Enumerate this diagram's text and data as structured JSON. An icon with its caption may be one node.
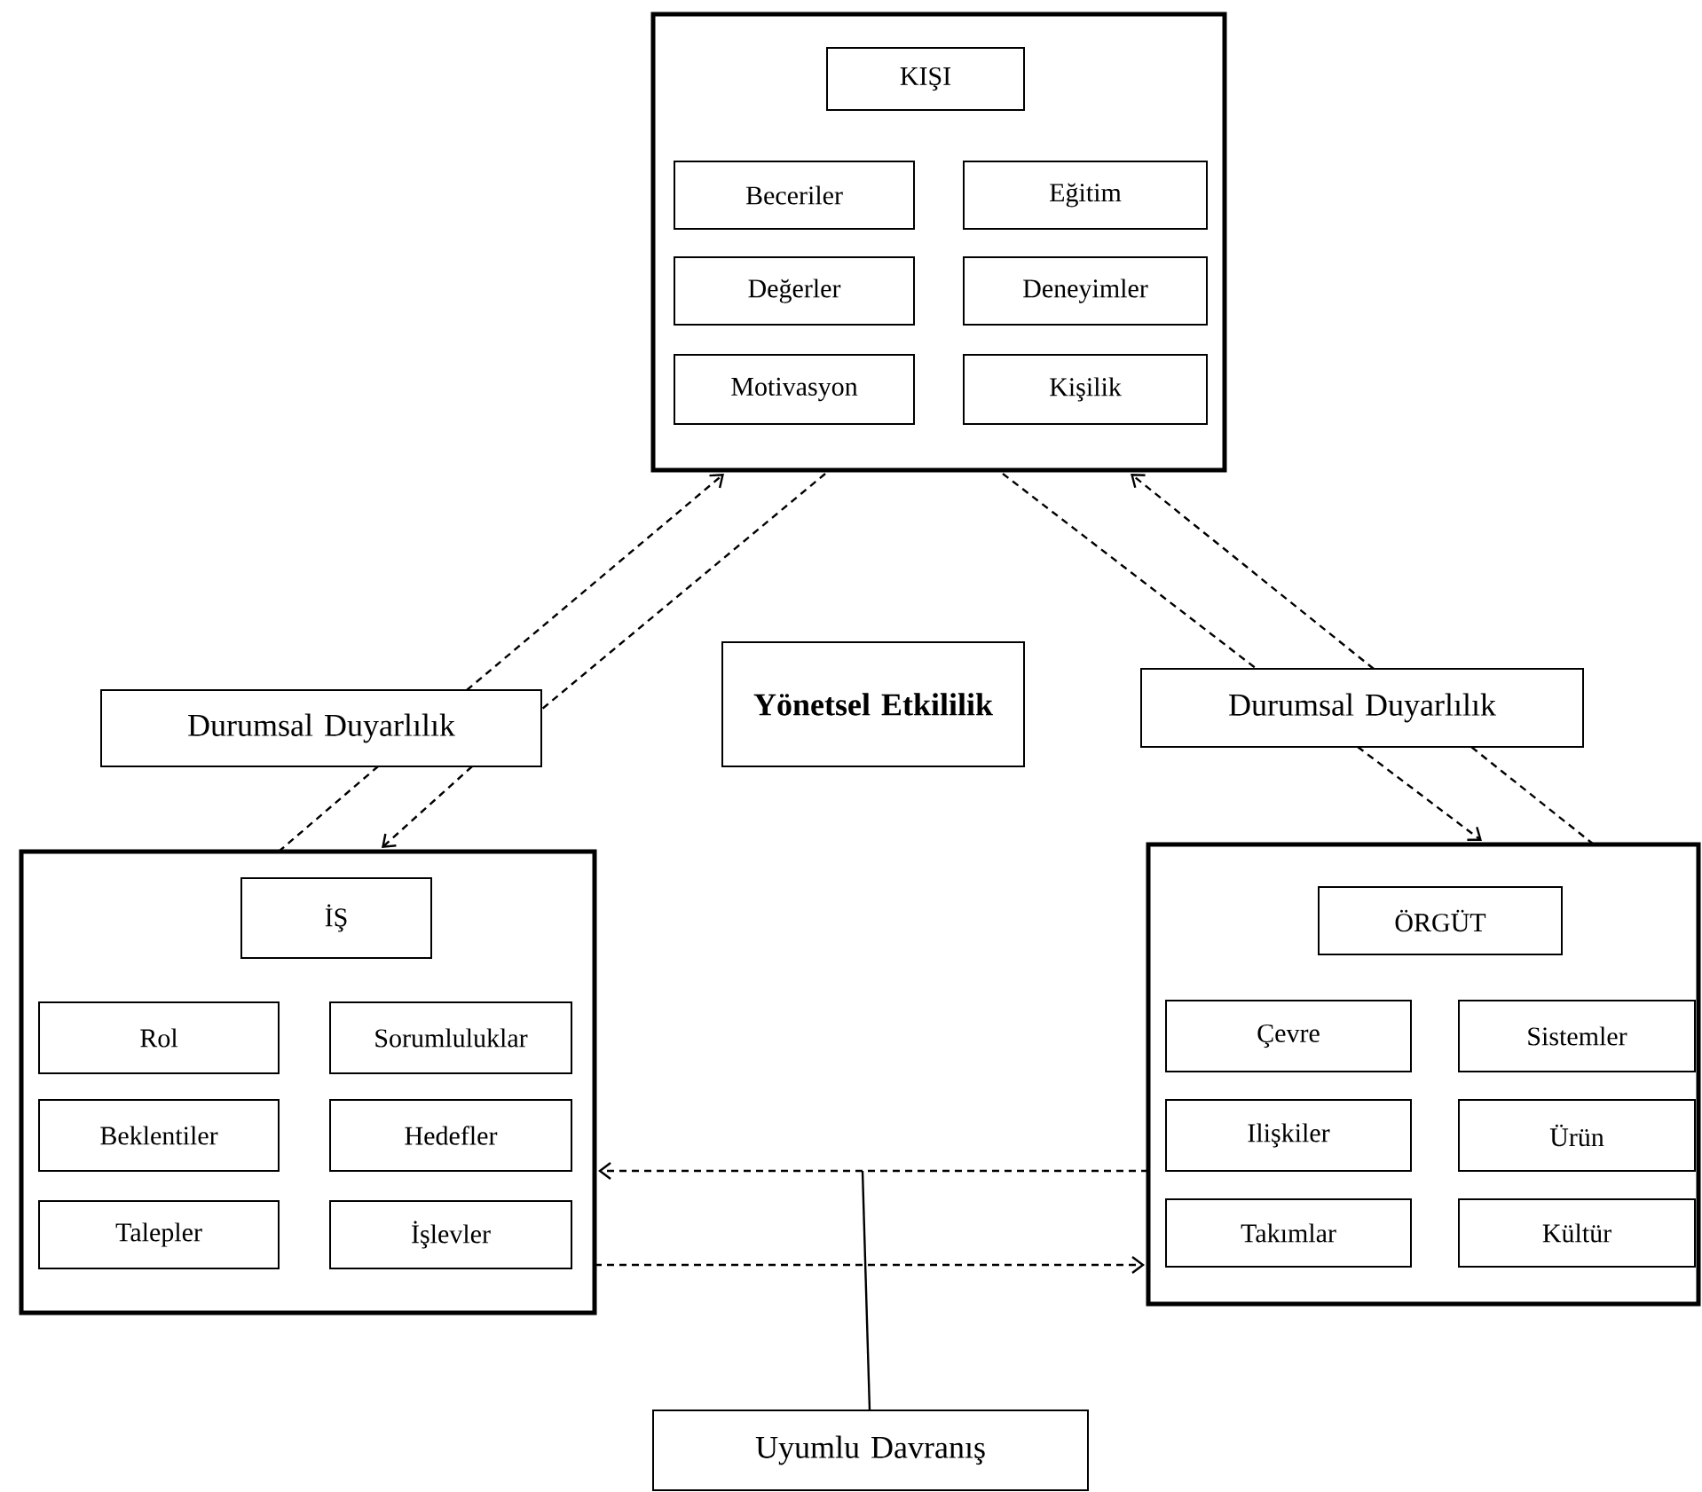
{
  "diagram": {
    "nodes": [
      {
        "text": [],
        "shape": "box"
      },
      {
        "text": [
          "KIŞI"
        ],
        "in": 0
      },
      {
        "text": [
          "Beceriler"
        ],
        "in": 0
      },
      {
        "text": [
          "Eğitim"
        ],
        "in": 0
      },
      {
        "text": [
          "Değerler"
        ],
        "in": 0
      },
      {
        "text": [
          "Deneyimler"
        ],
        "in": 0
      },
      {
        "text": [
          "Motivasyon"
        ],
        "in": 0
      },
      {
        "text": [
          "Kişilik"
        ],
        "in": 0
      },
      {
        "text": [
          "Durumsal Duyarlılık"
        ]
      },
      {
        "text": [
          "Yönetsel Etkililik"
        ]
      },
      {
        "text": [
          "Durumsal Duyarlılık"
        ]
      },
      {
        "text": [],
        "shape": "box"
      },
      {
        "text": [
          "İŞ"
        ],
        "in": 11
      },
      {
        "text": [
          "Rol"
        ],
        "in": 11
      },
      {
        "text": [
          "Sorumluluklar"
        ],
        "in": 11
      },
      {
        "text": [
          "Beklentiler"
        ],
        "in": 11
      },
      {
        "text": [
          "Hedefler"
        ],
        "in": 11
      },
      {
        "text": [
          "Talepler"
        ],
        "in": 11
      },
      {
        "text": [
          "İşlevler"
        ],
        "in": 11
      },
      {
        "text": [],
        "shape": "box"
      },
      {
        "text": [
          "ÖRGÜT"
        ],
        "in": 19
      },
      {
        "text": [
          "Çevre"
        ],
        "in": 19
      },
      {
        "text": [
          "Sistemler"
        ],
        "in": 19
      },
      {
        "text": [
          "Ilişkiler"
        ],
        "in": 19
      },
      {
        "text": [
          "Ürün"
        ],
        "in": 19
      },
      {
        "text": [
          "Takımlar"
        ],
        "in": 19
      },
      {
        "text": [
          "Kültür"
        ],
        "in": 19
      },
      {
        "text": [
          "Uyumlu Davranış"
        ]
      }
    ],
    "edges": [
      {
        "from": 11,
        "to": 8,
        "arrow": "none",
        "style": "dashed"
      },
      {
        "from": 8,
        "to": 0,
        "arrow": "to",
        "style": "dashed"
      },
      {
        "from": 0,
        "to": 8,
        "arrow": "none",
        "style": "dashed"
      },
      {
        "from": 8,
        "to": 11,
        "arrow": "to",
        "style": "dashed"
      },
      {
        "from": 0,
        "to": 10,
        "arrow": "none",
        "style": "dashed"
      },
      {
        "from": 10,
        "to": 19,
        "arrow": "to",
        "style": "dashed"
      },
      {
        "from": 19,
        "to": 10,
        "arrow": "none",
        "style": "dashed"
      },
      {
        "from": 10,
        "to": 0,
        "arrow": "to",
        "style": "dashed"
      },
      {
        "from": 19,
        "to": 11,
        "arrow": "to",
        "style": "dashed"
      },
      {
        "from": 11,
        "to": 19,
        "arrow": "to",
        "style": "dashed"
      },
      {
        "from": 27,
        "to": null,
        "arrow": "none"
      }
    ]
  }
}
